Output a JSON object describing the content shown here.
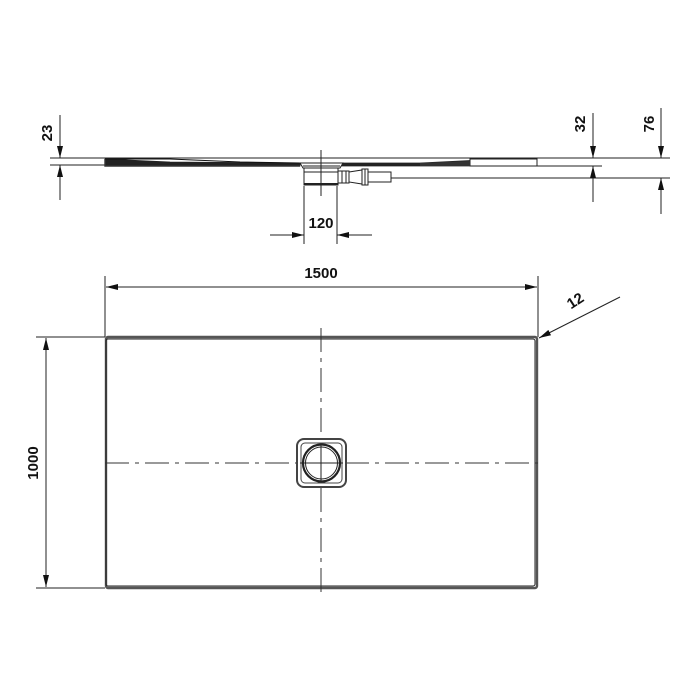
{
  "drawing": {
    "type": "technical drawing - shower tray",
    "colors": {
      "line": "#222222",
      "outline": "#555555",
      "background": "#ffffff"
    },
    "section_view": {
      "dimensions": {
        "tray_edge_height": "23",
        "tray_height_right": "32",
        "total_height_with_drain": "76",
        "drain_width": "120"
      }
    },
    "plan_view": {
      "dimensions": {
        "length": "1500",
        "width": "1000",
        "corner_radius": "12"
      }
    }
  }
}
